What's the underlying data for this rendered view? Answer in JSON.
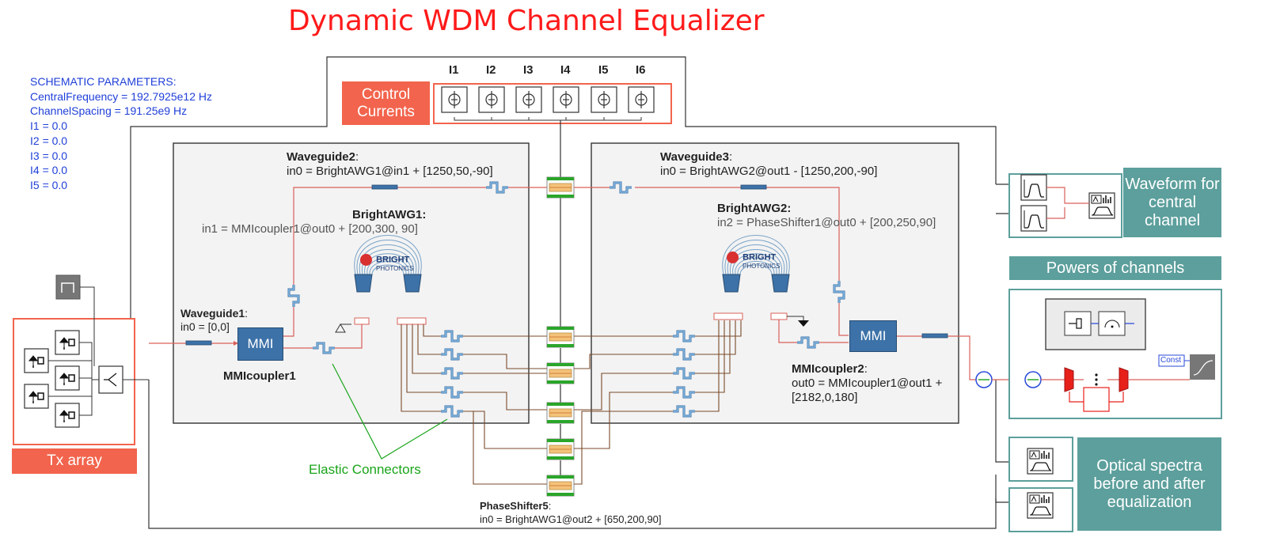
{
  "title": "Dynamic WDM Channel Equalizer",
  "parameters": {
    "header": "SCHEMATIC PARAMETERS:",
    "lines": [
      "CentralFrequency = 192.7925e12 Hz",
      "ChannelSpacing = 191.25e9 Hz",
      "I1 = 0.0",
      "I2 = 0.0",
      "I3 = 0.0",
      "I4 = 0.0",
      "I5 = 0.0"
    ]
  },
  "control_currents": {
    "label": "Control Currents",
    "sources": [
      "I1",
      "I2",
      "I3",
      "I4",
      "I5",
      "I6"
    ]
  },
  "components": {
    "waveguide1": {
      "name": "Waveguide1",
      "expr": "in0 = [0,0]"
    },
    "waveguide2": {
      "name": "Waveguide2",
      "expr": "in0 = BrightAWG1@in1 + [1250,50,-90]"
    },
    "waveguide3": {
      "name": "Waveguide3",
      "expr": "in0 = BrightAWG2@out1 - [1250,200,-90]"
    },
    "awg1": {
      "name": "BrightAWG1:",
      "expr": "in1 = MMIcoupler1@out0 + [200,300, 90]"
    },
    "awg2": {
      "name": "BrightAWG2:",
      "expr": "in2 = PhaseShifter1@out0 + [200,250,90]"
    },
    "mmi_label": "MMI",
    "mmi1": {
      "name": "MMIcoupler1"
    },
    "mmi2": {
      "name": "MMIcoupler2",
      "expr_line1": "out0 = MMIcoupler1@out1 +",
      "expr_line2": "[2182,0,180]"
    },
    "phaseshifter5": {
      "name": "PhaseShifter5",
      "expr": "in0 = BrightAWG1@out2 + [650,200,90]"
    },
    "logo_line1": "BRIGHT",
    "logo_line2": "PHOTONICS"
  },
  "annotations": {
    "elastic_connectors": "Elastic Connectors",
    "tx_array": "Tx array",
    "waveform": "Waveform for central channel",
    "powers": "Powers of channels",
    "spectra": "Optical spectra before and after equalization",
    "const": "Const"
  },
  "colors": {
    "title": "#ff1a1a",
    "params": "#1f3fd8",
    "salmon": "#f2644d",
    "teal": "#5c9f9c",
    "mmi": "#3d72a8",
    "annotation_green": "#1aa51a"
  }
}
